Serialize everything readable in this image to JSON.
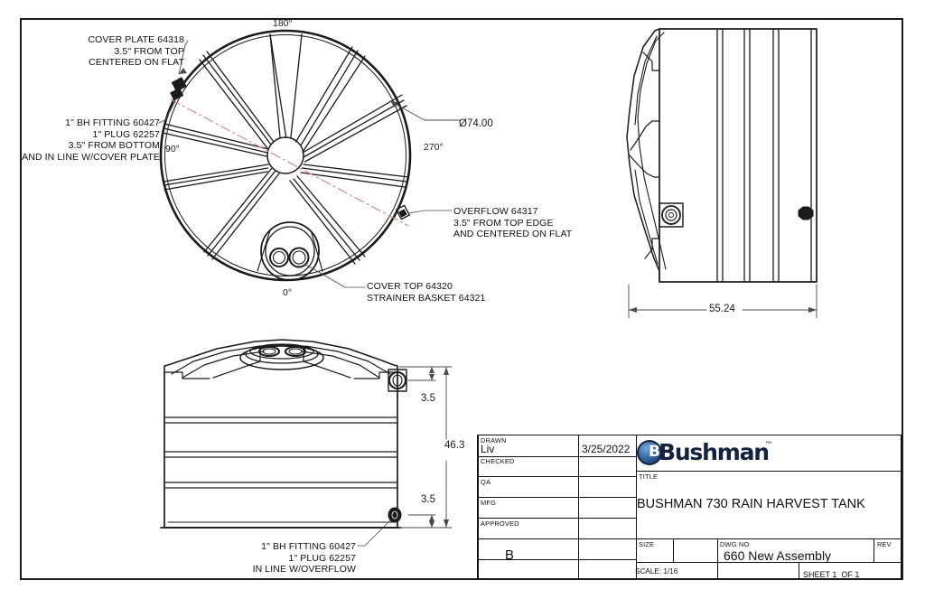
{
  "sheet": {
    "views": {
      "top_view": {
        "angle_labels": [
          "180°",
          "90°",
          "270°",
          "0°"
        ],
        "diameter_dim": "Ø74.00"
      },
      "side_view": {
        "width_dim": "55.24"
      },
      "front_view": {
        "height_dim": "46.3",
        "top_offset_dim": "3.5",
        "bottom_offset_dim": "3.5"
      }
    },
    "annotations": {
      "cover_plate": "COVER PLATE 64318\n3.5\" FROM TOP\nCENTERED ON FLAT",
      "bh_fitting_top": "1\" BH FITTING 60427\n1\" PLUG 62257\n3.5\" FROM BOTTOM\nAND IN LINE W/COVER PLATE",
      "overflow": "OVERFLOW 64317\n3.5\" FROM TOP EDGE\nAND CENTERED ON FLAT",
      "cover_top": "COVER TOP 64320\nSTRAINER BASKET 64321",
      "bh_fitting_bottom": "1\" BH FITTING 60427\n1\" PLUG 62257\nIN LINE W/OVERFLOW"
    },
    "title_block": {
      "rows": [
        {
          "label": "DRAWN",
          "value": "Liv",
          "date": "3/25/2022"
        },
        {
          "label": "CHECKED",
          "value": "",
          "date": ""
        },
        {
          "label": "QA",
          "value": "",
          "date": ""
        },
        {
          "label": "MFG",
          "value": "",
          "date": ""
        },
        {
          "label": "APPROVED",
          "value": "",
          "date": ""
        },
        {
          "label": "",
          "value": "",
          "date": ""
        },
        {
          "label": "",
          "value": "",
          "date": ""
        }
      ],
      "logo_text": "Bushman",
      "logo_badge_letter": "B",
      "logo_tm": "™",
      "title_label": "TITLE",
      "title_value": "BUSHMAN 730 RAIN HARVEST TANK",
      "size_label": "SIZE",
      "size_value": "B",
      "dwgno_label": "DWG NO",
      "dwgno_value": "660 New Assembly",
      "rev_label": "REV",
      "rev_value": "",
      "scale_text": "SCALE: 1/16",
      "sheet_text": "SHEET 1  OF 1"
    },
    "colors": {
      "line": "#1b1b1b",
      "centerline": "#d98a8a",
      "logo_navy": "#13233f",
      "paper": "#ffffff"
    }
  }
}
